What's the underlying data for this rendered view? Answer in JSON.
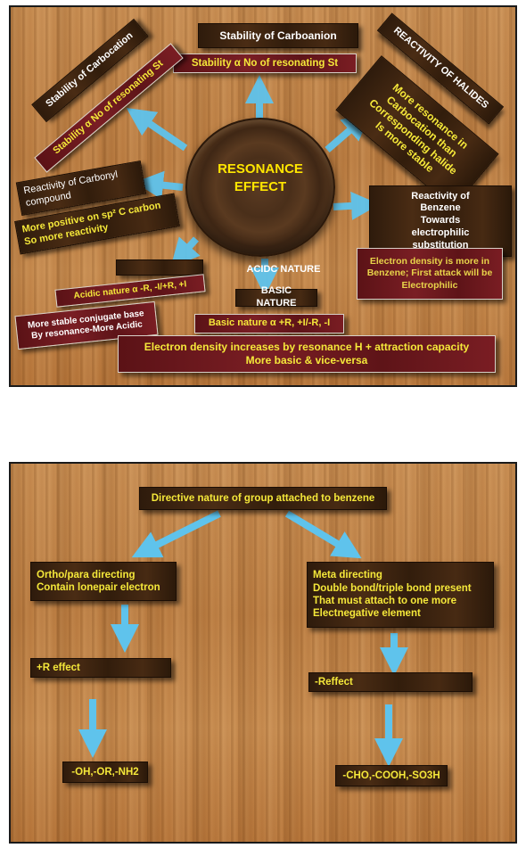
{
  "panel1": {
    "center": {
      "line1": "RESONANCE",
      "line2": "EFFECT"
    },
    "carbanion": {
      "title": "Stability of Carboanion",
      "rule": "Stability α No of resonating St"
    },
    "carbocation": {
      "title": "Stability of Carbocation",
      "rule": "Stability α No of resonating St"
    },
    "halides": {
      "title": "REACTIVITY OF HALIDES",
      "body": "More resonance in\nCarbocation than\nCorresponding halide\nIs more stable"
    },
    "carbonyl": {
      "title": "Reactivity of Carbonyl\ncompound",
      "body": "More positive on sp² C carbon\nSo more reactivity"
    },
    "benzene": {
      "title": "Reactivity of\nBenzene\nTowards\nelectrophilic\nsubstitution",
      "body": "Electron density is more in\nBenzene; First attack will be\nElectrophilic"
    },
    "acidic": {
      "label": "ACIDC NATURE",
      "rule": "Acidic nature α -R, -I/+R, +I",
      "body": "More stable conjugate base\nBy resonance-More Acidic"
    },
    "basic": {
      "label": "BASIC NATURE",
      "rule": "Basic nature α +R, +I/-R, -I",
      "body": "Electron density increases by resonance H + attraction capacity\nMore basic & vice-versa"
    }
  },
  "panel2": {
    "root": "Directive nature of group attached to benzene",
    "ortho": {
      "title": "Ortho/para directing\nContain lonepair electron",
      "effect": "+R effect",
      "examples": "-OH,-OR,-NH2"
    },
    "meta": {
      "title": "Meta directing\nDouble bond/triple bond present\nThat must attach to one more\nElectnegative  element",
      "effect": "-Reffect",
      "examples": "-CHO,-COOH,-SO3H"
    }
  },
  "colors": {
    "wood": "#c48a4e",
    "box": "#3b2310",
    "red_box": "#6e1a1f",
    "text_yellow": "#f5e83a",
    "arrow": "#5fc3ec"
  }
}
